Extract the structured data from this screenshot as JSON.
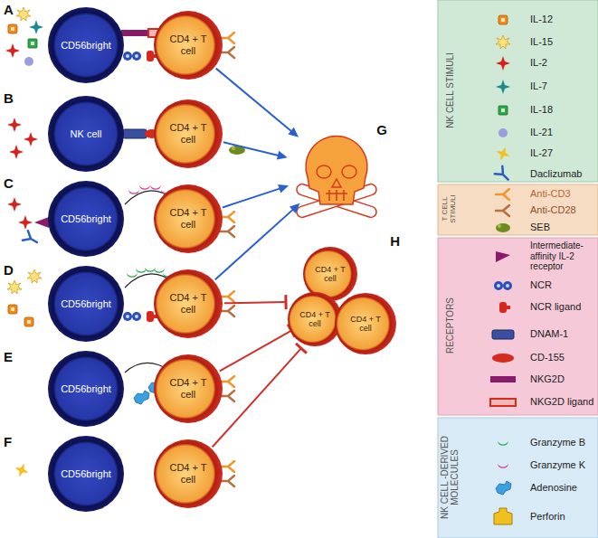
{
  "diagram": {
    "nodes": [
      {
        "text": [
          "CD56bright"
        ]
      },
      {
        "text": [
          "CD4 + T cell"
        ]
      },
      {
        "text": [
          "NK cell"
        ]
      },
      {
        "text": [
          "CD4 + T cell"
        ]
      },
      {
        "text": [
          "CD56bright"
        ]
      },
      {
        "text": [
          "CD4 + T cell"
        ]
      },
      {
        "text": [
          "CD56bright"
        ]
      },
      {
        "text": [
          "CD4 + T cell"
        ]
      },
      {
        "text": [
          "CD56bright"
        ]
      },
      {
        "text": [
          "CD4 + T cell"
        ]
      },
      {
        "text": [
          "CD56bright"
        ]
      },
      {
        "text": [
          "CD4 + T cell"
        ]
      },
      {
        "text": [
          "G"
        ]
      },
      {
        "text": [
          "H"
        ]
      },
      {
        "text": [
          "CD4 + T cell"
        ],
        "in": 13
      },
      {
        "text": [
          "CD4 + T cell"
        ],
        "in": 13
      },
      {
        "text": [
          "CD4 + T cell"
        ],
        "in": 13
      }
    ],
    "edges": [
      {
        "from": 1,
        "to": 12,
        "arrow": "to"
      },
      {
        "from": 3,
        "to": 12,
        "arrow": "to"
      },
      {
        "from": 5,
        "to": 12,
        "arrow": "to"
      },
      {
        "from": 7,
        "to": 12,
        "arrow": "to"
      },
      {
        "from": 7,
        "to": 13,
        "arrow": "to"
      },
      {
        "from": 9,
        "to": 13,
        "arrow": "to"
      },
      {
        "from": 11,
        "to": 13,
        "arrow": "to"
      }
    ],
    "labels": [
      "A",
      "B",
      "C",
      "D",
      "E",
      "F",
      "NK CELL STIMULI",
      "T CELL STIMULI",
      "RECEPTORS",
      "NK CELL -DERIVED MOLECULES"
    ],
    "legend": [
      {
        "text": "IL-12"
      },
      {
        "text": "IL-15"
      },
      {
        "text": "IL-2"
      },
      {
        "text": "IL-7"
      },
      {
        "text": "IL-18"
      },
      {
        "text": "IL-21"
      },
      {
        "text": "IL-27"
      },
      {
        "text": "Daclizumab"
      },
      {
        "text": "Anti-CD3"
      },
      {
        "text": "Anti-CD28"
      },
      {
        "text": "SEB"
      },
      {
        "text": "Intermediate-affinity IL-2 receptor"
      },
      {
        "text": "NCR"
      },
      {
        "text": "NCR ligand"
      },
      {
        "text": "DNAM-1"
      },
      {
        "text": "CD-155"
      },
      {
        "text": "NKG2D"
      },
      {
        "text": "NKG2D ligand"
      },
      {
        "text": "Granzyme B"
      },
      {
        "text": "Granzyme K"
      },
      {
        "text": "Adenosine"
      },
      {
        "text": "Perforin"
      }
    ]
  }
}
